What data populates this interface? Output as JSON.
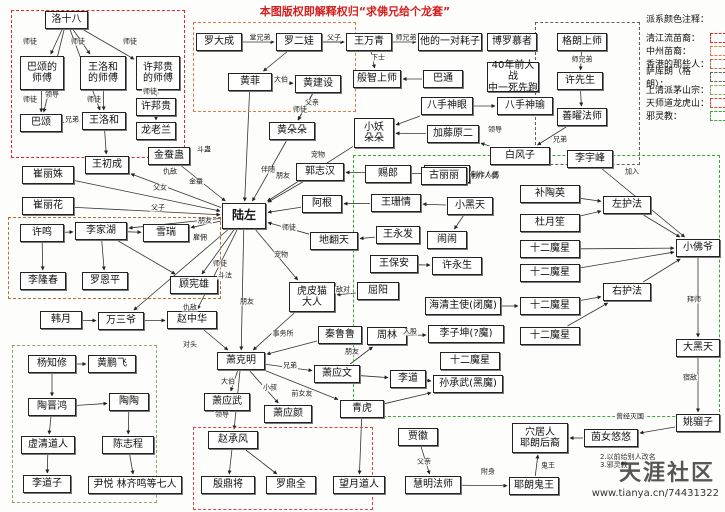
{
  "title": "本图版权即解释权归“求佛兄给个龙套”",
  "legend": {
    "title": "派系颜色注释：",
    "items": [
      {
        "label": "清江流苗裔：",
        "color": "#e02828"
      },
      {
        "label": "中州苗裔：",
        "color": "#e07848"
      },
      {
        "label": "香港的那些人：",
        "color": "#b07040"
      },
      {
        "label": "萨库朗（格朗）：",
        "color": "#606060"
      },
      {
        "label": "上清派茅山宗：",
        "color": "#88aa66"
      },
      {
        "label": "天师道龙虎山：",
        "color": "#e04040"
      },
      {
        "label": "邪灵教：",
        "color": "#38a838"
      }
    ]
  },
  "groups": [
    {
      "id": "g_qingjiang",
      "color": "#e02828"
    },
    {
      "id": "g_zhongzhou",
      "color": "#e07848"
    },
    {
      "id": "g_hongkong",
      "color": "#b07040"
    },
    {
      "id": "g_sakulang",
      "color": "#606060"
    },
    {
      "id": "g_maoshan",
      "color": "#88aa66"
    },
    {
      "id": "g_longhu",
      "color": "#e04040"
    },
    {
      "id": "g_xieling",
      "color": "#38a838"
    }
  ],
  "nodes": [
    {
      "id": "lao18",
      "label": "洛十八"
    },
    {
      "id": "bslsf",
      "label": "巴颂的\n师傅"
    },
    {
      "id": "whlsf",
      "label": "王洛和\n的师傅"
    },
    {
      "id": "xblsf",
      "label": "许邦贵\n的师傅"
    },
    {
      "id": "basong",
      "label": "巴颂"
    },
    {
      "id": "wangluohe",
      "label": "王洛和"
    },
    {
      "id": "xubanggui",
      "label": "许邦贵"
    },
    {
      "id": "longlaolan",
      "label": "龙老兰"
    },
    {
      "id": "wangchucheng",
      "label": "王初成"
    },
    {
      "id": "jinlingli",
      "label": "金蚕蛊"
    },
    {
      "id": "dudacheng",
      "label": "罗大成"
    },
    {
      "id": "luoerwa",
      "label": "罗二娃"
    },
    {
      "id": "wangwanqing",
      "label": "王万青"
    },
    {
      "id": "tadapuzi",
      "label": "他的一对耗子"
    },
    {
      "id": "boyuedalao",
      "label": "博罗慕者"
    },
    {
      "id": "gelangshangshi",
      "label": "格朗上师"
    },
    {
      "id": "zhefei",
      "label": "黄菲"
    },
    {
      "id": "huangjianshe",
      "label": "黄建设"
    },
    {
      "id": "huangduoduo",
      "label": "黄朵朵"
    },
    {
      "id": "banzhishangshi",
      "label": "般智上师"
    },
    {
      "id": "bading",
      "label": "巴通"
    },
    {
      "id": "forty_years",
      "label": "40年前大战\n中一死先跑"
    },
    {
      "id": "xuxiansheng",
      "label": "许先生"
    },
    {
      "id": "shanyaoshi",
      "label": "善曜法师"
    },
    {
      "id": "bashoushenming",
      "label": "八手神眼"
    },
    {
      "id": "bashoushenyu",
      "label": "八手神瑜"
    },
    {
      "id": "xiaoyaoduoduo",
      "label": "小妖\n朵朵"
    },
    {
      "id": "jiachuyuan",
      "label": "加藤原二"
    },
    {
      "id": "baifengzi",
      "label": "白风子"
    },
    {
      "id": "liyufeng",
      "label": "李宇峰"
    },
    {
      "id": "ciyu",
      "label": "赐郎"
    },
    {
      "id": "jiangsheng",
      "label": "巩利城"
    },
    {
      "id": "guozhixun",
      "label": "郭志汉"
    },
    {
      "id": "aeng",
      "label": "阿根"
    },
    {
      "id": "guxiaomu",
      "label": "古丽丽"
    },
    {
      "id": "xiaoheitian",
      "label": "小黑天"
    },
    {
      "id": "buliuying",
      "label": "补陶英"
    },
    {
      "id": "duyuezhi",
      "label": "杜月笙"
    },
    {
      "id": "zuohufa",
      "label": "左护法"
    },
    {
      "id": "shierhuo1",
      "label": "十二魔星"
    },
    {
      "id": "shierhuo2",
      "label": "十二魔星"
    },
    {
      "id": "xiaofoye",
      "label": "小佛爷"
    },
    {
      "id": "youhufa",
      "label": "右护法"
    },
    {
      "id": "shierhuo3",
      "label": "十二魔星"
    },
    {
      "id": "dahetian",
      "label": "大黑天"
    },
    {
      "id": "shierhuo4",
      "label": "十二魔星"
    },
    {
      "id": "jiezi",
      "label": "姚骝子"
    },
    {
      "id": "cuilifen",
      "label": "崔丽姝"
    },
    {
      "id": "cuilihua",
      "label": "崔丽花"
    },
    {
      "id": "luzuo",
      "label": "陆左"
    },
    {
      "id": "wangshanqing",
      "label": "王珊情"
    },
    {
      "id": "minmin",
      "label": "闹闹"
    },
    {
      "id": "tuhuitian",
      "label": "地翻天"
    },
    {
      "id": "wangyongfa",
      "label": "王永发"
    },
    {
      "id": "wangjinan",
      "label": "王保安"
    },
    {
      "id": "xuyongsheng",
      "label": "许永生"
    },
    {
      "id": "quyang",
      "label": "屈阳"
    },
    {
      "id": "haiqingzhu",
      "label": "海清主使(闭魔)"
    },
    {
      "id": "lizihun",
      "label": "李子坤(?魔)"
    },
    {
      "id": "shierhuo5",
      "label": "十二魔星"
    },
    {
      "id": "sunchengwu",
      "label": "孙承武(黑魔)"
    },
    {
      "id": "xuming",
      "label": "许鸣"
    },
    {
      "id": "lijiahu",
      "label": "李家湖"
    },
    {
      "id": "xueyu",
      "label": "雪瑞"
    },
    {
      "id": "lilongchun",
      "label": "李隆春"
    },
    {
      "id": "luoenping",
      "label": "罗恩平"
    },
    {
      "id": "guwenshou",
      "label": "顾宪雄"
    },
    {
      "id": "hulinlao",
      "label": "虎皮猫\n大人"
    },
    {
      "id": "hanyue",
      "label": "韩月"
    },
    {
      "id": "wansanye",
      "label": "万三爷"
    },
    {
      "id": "zhaozhonghua",
      "label": "赵中华"
    },
    {
      "id": "qinlulu",
      "label": "秦鲁鲁"
    },
    {
      "id": "zhouling",
      "label": "周林"
    },
    {
      "id": "yangzhixiu",
      "label": "杨知修"
    },
    {
      "id": "huangpengfei",
      "label": "黄鹏飞"
    },
    {
      "id": "xiaokeming",
      "label": "萧克明"
    },
    {
      "id": "xiaoyingwen",
      "label": "萧应文"
    },
    {
      "id": "lidao",
      "label": "李道"
    },
    {
      "id": "taojinhong",
      "label": "陶晋鸿"
    },
    {
      "id": "taotao",
      "label": "陶陶"
    },
    {
      "id": "xiaoyingwu",
      "label": "萧应武"
    },
    {
      "id": "xiaoyingyan",
      "label": "萧应颜"
    },
    {
      "id": "qinghu",
      "label": "青虎"
    },
    {
      "id": "xueqingdaoren",
      "label": "虚清道人"
    },
    {
      "id": "chenzhicheng",
      "label": "陈志程"
    },
    {
      "id": "zhaochengfeng",
      "label": "赵承风"
    },
    {
      "id": "yinyue",
      "label": "尹悦 林齐鸣等七人"
    },
    {
      "id": "lidaozi",
      "label": "李道子"
    },
    {
      "id": "yinguangjiang",
      "label": "殷鼎将"
    },
    {
      "id": "luodingquan",
      "label": "罗鼎全"
    },
    {
      "id": "wangyuedaoren",
      "label": "望月道人"
    },
    {
      "id": "jiashu",
      "label": "贾徽"
    },
    {
      "id": "xueyueren",
      "label": "穴居人\n耶朗后裔"
    },
    {
      "id": "mianyouyou",
      "label": "茵女悠悠"
    },
    {
      "id": "huimingfashi",
      "label": "慧明法师"
    },
    {
      "id": "yelanggui",
      "label": "耶朗鬼王"
    }
  ],
  "edge_labels": [
    {
      "id": "el1",
      "text": "师徒"
    },
    {
      "id": "el2",
      "text": "师徒"
    },
    {
      "id": "el3",
      "text": "师徒"
    },
    {
      "id": "el4",
      "text": "师徒"
    },
    {
      "id": "el5",
      "text": "师徒"
    },
    {
      "id": "el6",
      "text": "师徒"
    },
    {
      "id": "el7",
      "text": "兄弟"
    },
    {
      "id": "el8",
      "text": "堂兄弟"
    },
    {
      "id": "el9",
      "text": "父子"
    },
    {
      "id": "el10",
      "text": "师兄弟"
    },
    {
      "id": "el11",
      "text": "下士"
    },
    {
      "id": "el12",
      "text": "师兄弟"
    },
    {
      "id": "el13",
      "text": "大伯"
    },
    {
      "id": "el14",
      "text": "父亲"
    },
    {
      "id": "el15",
      "text": "斗蛊"
    },
    {
      "id": "el16",
      "text": "伴随"
    },
    {
      "id": "el17",
      "text": "金蚕"
    },
    {
      "id": "el18",
      "text": "宠物"
    },
    {
      "id": "el19",
      "text": "朋友"
    },
    {
      "id": "el20",
      "text": "父女"
    },
    {
      "id": "el21",
      "text": "父子"
    },
    {
      "id": "el22",
      "text": "师徒"
    },
    {
      "id": "el23",
      "text": "敌对"
    },
    {
      "id": "el24",
      "text": "朋友"
    },
    {
      "id": "el25",
      "text": "师徒"
    },
    {
      "id": "el26",
      "text": "斗法"
    },
    {
      "id": "el27",
      "text": "朋友"
    },
    {
      "id": "el28",
      "text": "事务所"
    },
    {
      "id": "el29",
      "text": "宠物"
    },
    {
      "id": "el30",
      "text": "仇敌"
    },
    {
      "id": "el31",
      "text": "入股"
    },
    {
      "id": "el32",
      "text": "雇佣"
    },
    {
      "id": "el33",
      "text": "对头"
    },
    {
      "id": "el34",
      "text": "领导"
    },
    {
      "id": "el35",
      "text": "朋友"
    },
    {
      "id": "el36",
      "text": "仇敌"
    },
    {
      "id": "el37",
      "text": "兄弟"
    },
    {
      "id": "el38",
      "text": "大伯"
    },
    {
      "id": "el39",
      "text": "小叔"
    },
    {
      "id": "el40",
      "text": "伯侄"
    },
    {
      "id": "el41",
      "text": "领导"
    },
    {
      "id": "el42",
      "text": "兄弟"
    },
    {
      "id": "el43",
      "text": "师徒"
    },
    {
      "id": "el44",
      "text": "领导"
    },
    {
      "id": "el45",
      "text": "制作人偶"
    },
    {
      "id": "el46",
      "text": "加入"
    },
    {
      "id": "el47",
      "text": "拜师"
    },
    {
      "id": "el48",
      "text": "宿敌"
    },
    {
      "id": "el49",
      "text": "父亲"
    },
    {
      "id": "el50",
      "text": "附身"
    },
    {
      "id": "el51",
      "text": "鬼王"
    },
    {
      "id": "el52",
      "text": "曾经灭国"
    },
    {
      "id": "el53",
      "text": "前女友"
    }
  ],
  "notes": [
    {
      "id": "n1",
      "text": "制作人偶"
    },
    {
      "id": "n2",
      "text": "2.以前给别人改名\n3.邪灵教"
    }
  ],
  "watermark": {
    "brand": "天涯社区",
    "url": "www.tianya.cn/74431322"
  }
}
